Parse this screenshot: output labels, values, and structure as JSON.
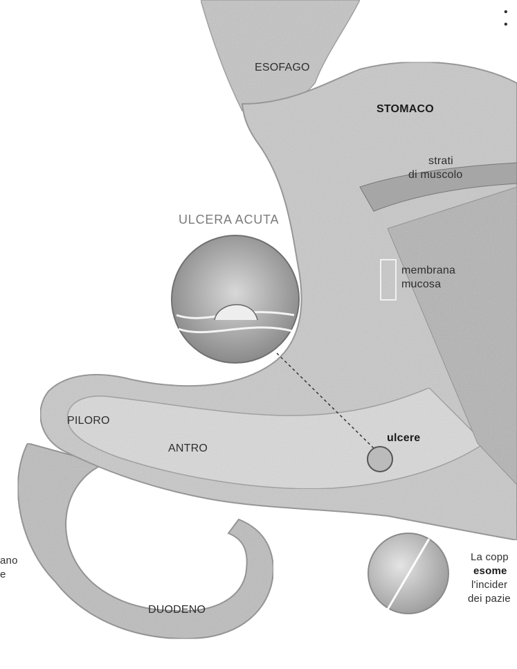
{
  "labels": {
    "esofago": "ESOFAGO",
    "stomaco": "STOMACO",
    "strati_line1": "strati",
    "strati_line2": "di muscolo",
    "ulcera_acuta": "ULCERA ACUTA",
    "membrana_line1": "membrana",
    "membrana_line2": "mucosa",
    "piloro": "PILORO",
    "antro": "ANTRO",
    "ulcere": "ulcere",
    "duodeno": "DUODENO"
  },
  "cut_text": {
    "left_line1": "ano",
    "left_line2": "e",
    "pill_line1": "La copp",
    "pill_line2": "esome",
    "pill_line3": "l'incider",
    "pill_line4": "dei pazie"
  },
  "colors": {
    "organ_fill": "#c9c9c9",
    "organ_dark": "#8e8e8e",
    "cavity_fill": "#dcdcdc",
    "text": "#2e2e2e",
    "title_gray": "#7a7a7a"
  }
}
